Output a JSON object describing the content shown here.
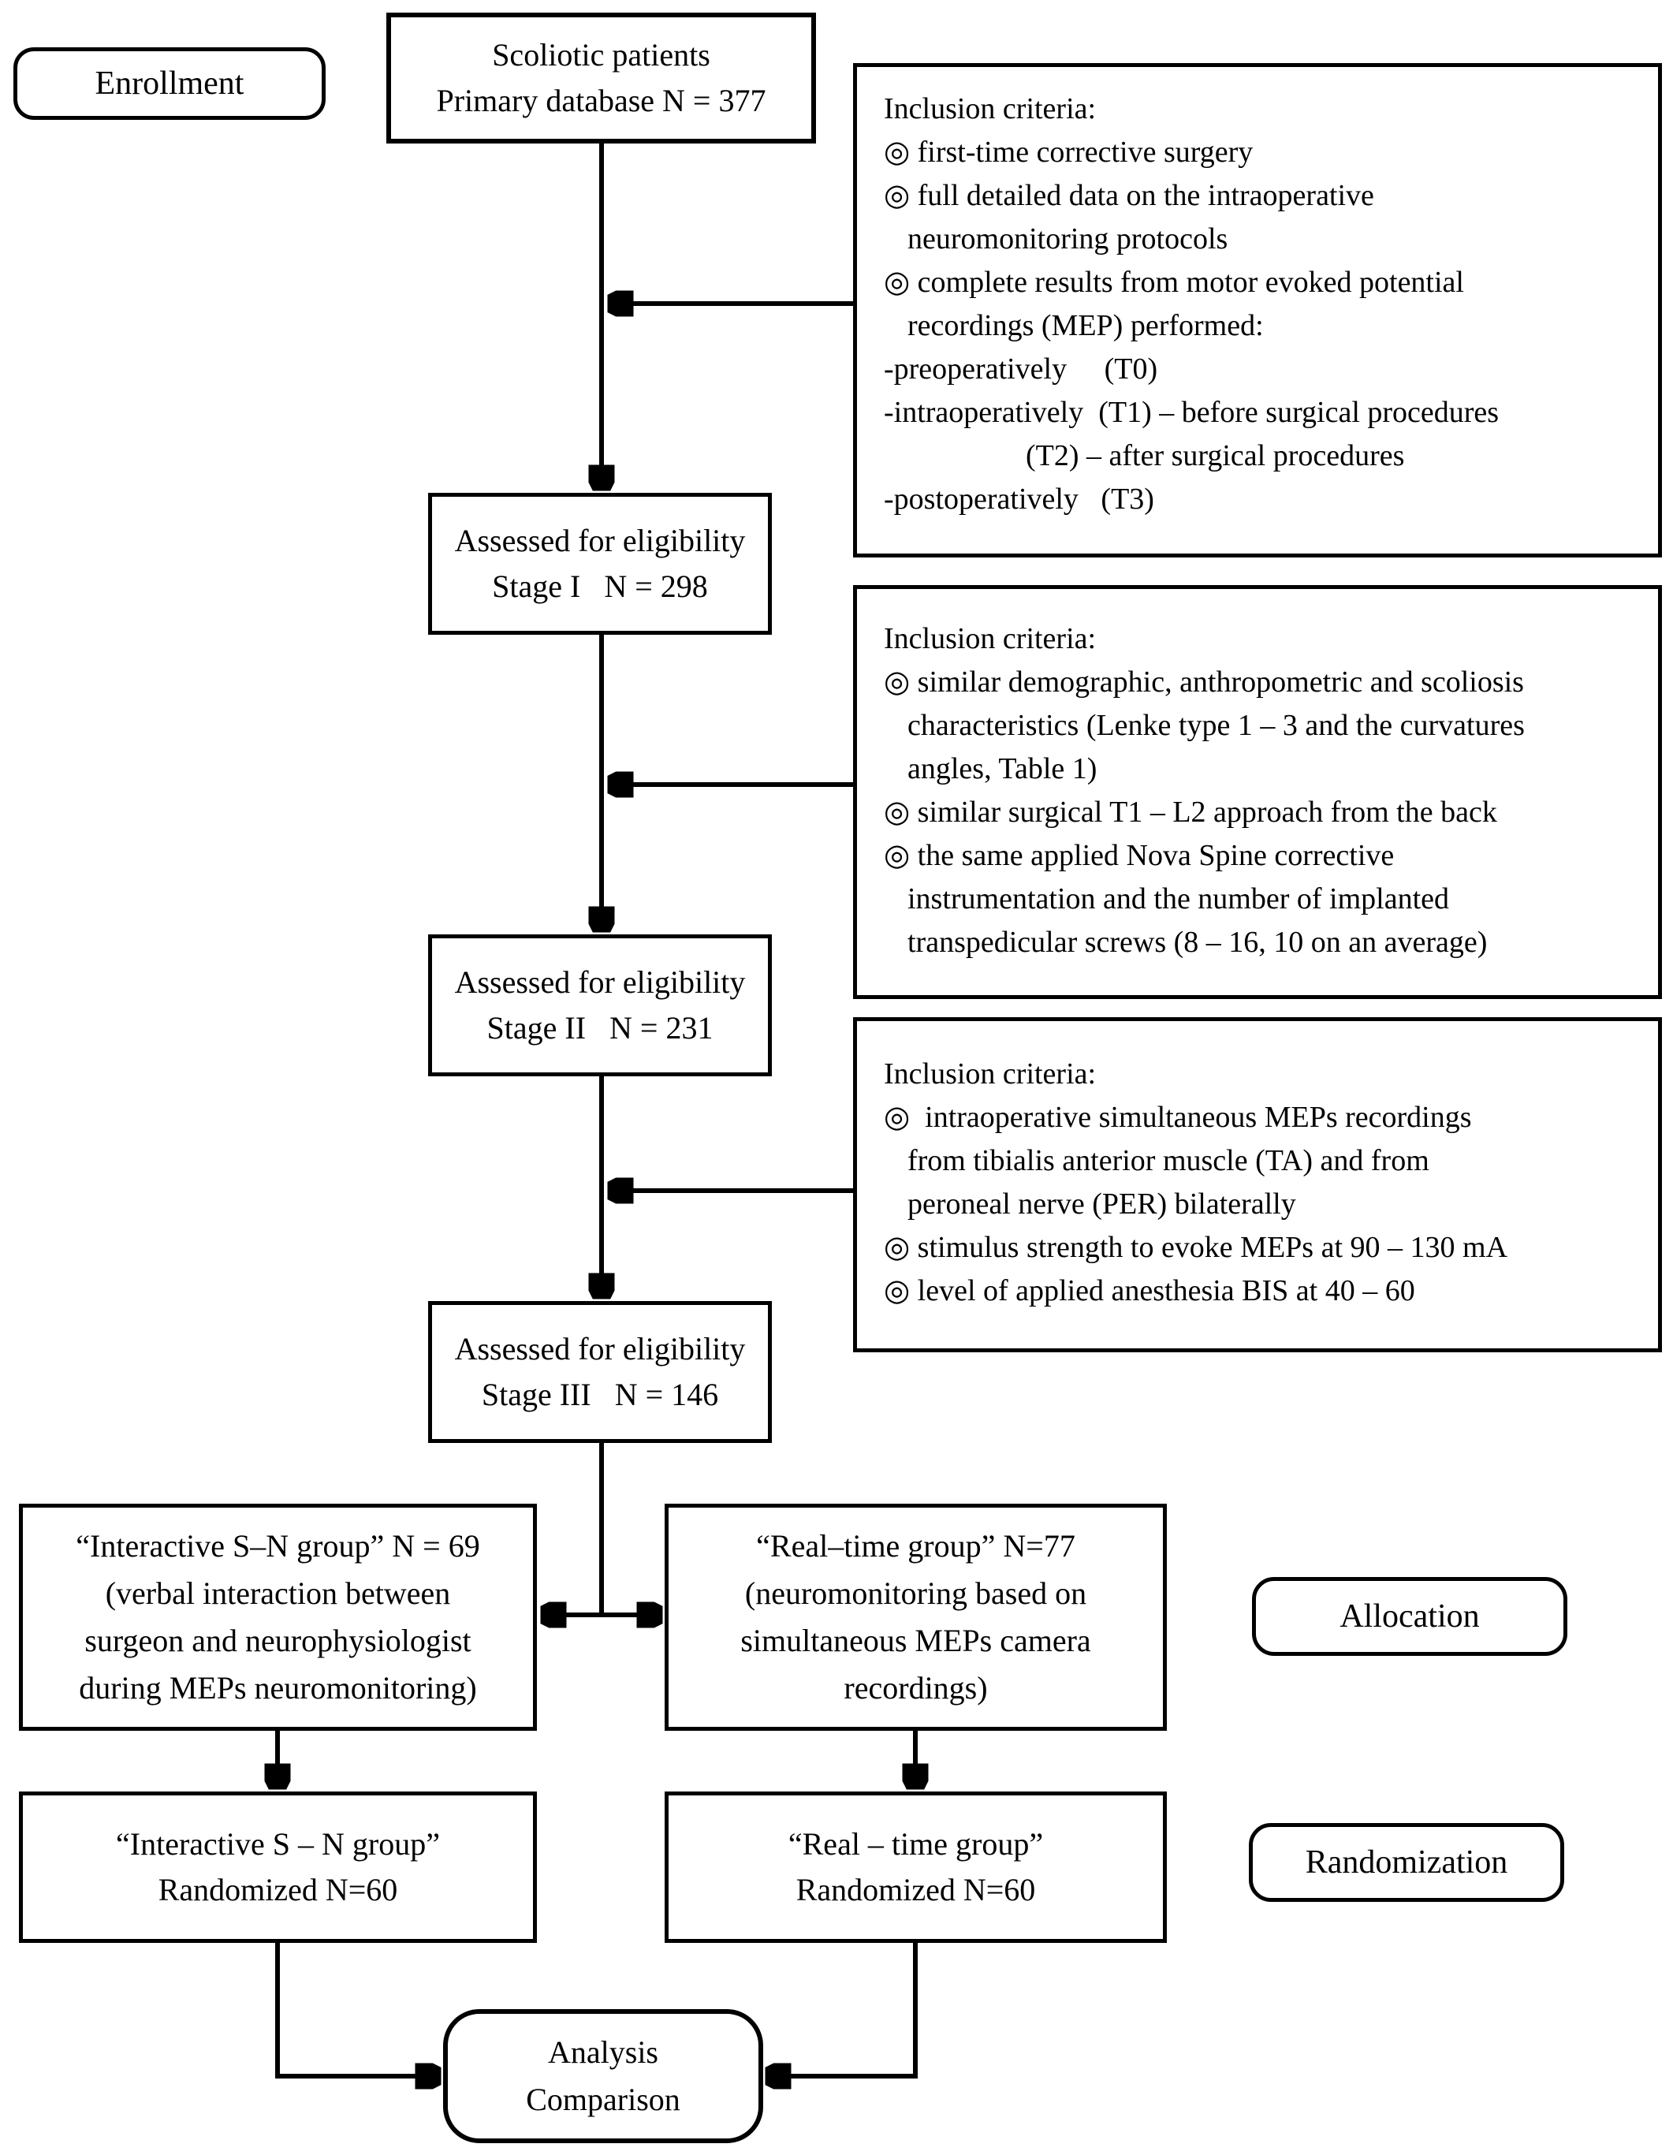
{
  "figure": {
    "type": "consort-flow-diagram",
    "colors": {
      "line": "#000000",
      "background": "#ffffff",
      "text": "#000000"
    }
  },
  "labels": {
    "enrollment": "Enrollment",
    "allocation": "Allocation",
    "randomization": "Randomization"
  },
  "primary": {
    "lines": [
      "Scoliotic patients",
      "Primary database N = 377"
    ]
  },
  "stage1": {
    "lines": [
      "Assessed for eligibility",
      "Stage I   N = 298"
    ]
  },
  "stage2": {
    "lines": [
      "Assessed for eligibility",
      "Stage II   N = 231"
    ]
  },
  "stage3": {
    "lines": [
      "Assessed for eligibility",
      "Stage III   N = 146"
    ]
  },
  "incl1": {
    "lines": [
      "Inclusion criteria:",
      "◎ first-time corrective surgery",
      "◎ full detailed data on the intraoperative",
      "neuromonitoring protocols",
      "◎ complete results from motor evoked potential",
      "recordings (MEP) performed:",
      "-preoperatively     (T0)",
      "-intraoperatively  (T1) – before surgical procedures",
      "(T2) – after surgical procedures",
      "-postoperatively   (T3)"
    ]
  },
  "incl2": {
    "lines": [
      "Inclusion criteria:",
      "◎ similar demographic, anthropometric and scoliosis",
      "characteristics (Lenke type 1 – 3 and the curvatures",
      "angles, Table 1)",
      "◎ similar surgical T1 – L2 approach from the back",
      "◎ the same applied Nova Spine corrective",
      "instrumentation and the number of implanted",
      "transpedicular screws (8 – 16, 10 on an average)"
    ]
  },
  "incl3": {
    "lines": [
      "Inclusion criteria:",
      "◎  intraoperative simultaneous MEPs recordings",
      "from tibialis anterior muscle (TA) and from",
      "peroneal nerve (PER) bilaterally",
      "◎ stimulus strength to evoke MEPs at 90 – 130 mA",
      "◎ level of applied anesthesia BIS at 40 – 60"
    ]
  },
  "groupLeft": {
    "lines": [
      "“Interactive S–N group” N = 69",
      "(verbal interaction between",
      "surgeon and neurophysiologist",
      "during MEPs neuromonitoring)"
    ]
  },
  "groupRight": {
    "lines": [
      "“Real–time group” N=77",
      "(neuromonitoring based on",
      "simultaneous MEPs camera",
      "recordings)"
    ]
  },
  "randLeft": {
    "lines": [
      "“Interactive S – N group”",
      "Randomized N=60"
    ]
  },
  "randRight": {
    "lines": [
      "“Real – time group”",
      "Randomized N=60"
    ]
  },
  "analysis": {
    "lines": [
      "Analysis",
      "Comparison"
    ]
  }
}
